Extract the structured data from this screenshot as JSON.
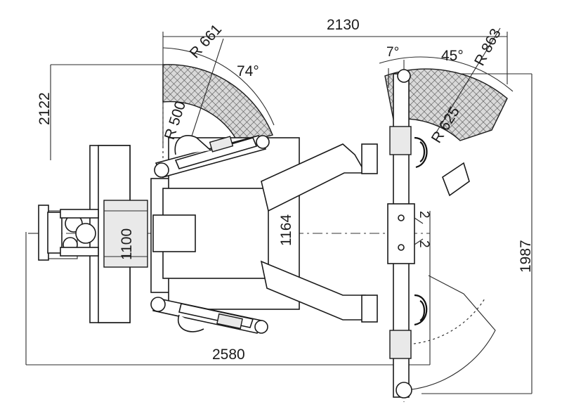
{
  "dimensions": {
    "top_width": "2130",
    "left_height": "2122",
    "right_height": "1987",
    "bottom_width": "2580",
    "column_center": "1164",
    "base_width": "1100"
  },
  "radii": {
    "left_outer": "R 661",
    "left_inner": "R 500",
    "right_outer": "R 863",
    "right_inner": "R 625"
  },
  "angles": {
    "left_swing": "74°",
    "right_small": "7°",
    "right_swing": "45°"
  }
}
